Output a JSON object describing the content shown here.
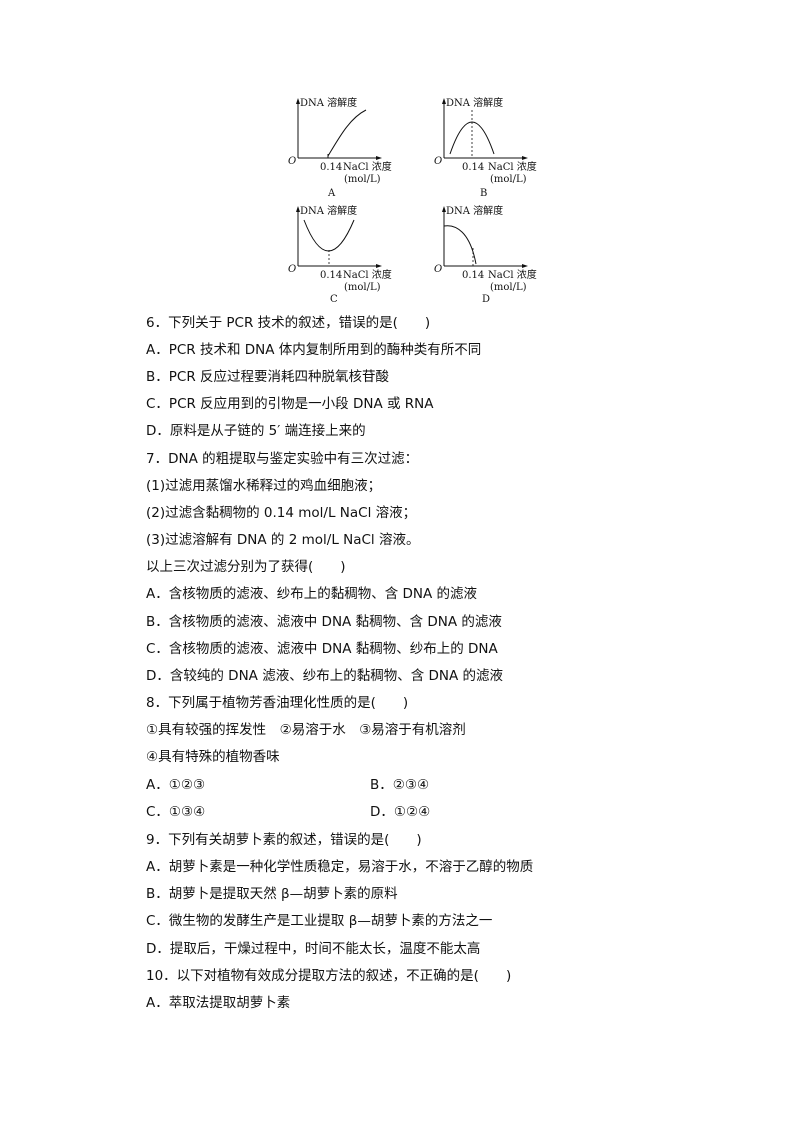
{
  "graphs": [
    {
      "id": "A",
      "ylabel": "DNA 溶解度",
      "origin": "O",
      "tick": "0.14",
      "xlabel": "NaCl 浓度",
      "unit": "(mol/L)",
      "caption": "A"
    },
    {
      "id": "B",
      "ylabel": "DNA 溶解度",
      "origin": "O",
      "tick": "0.14",
      "xlabel": "NaCl 浓度",
      "unit": "(mol/L)",
      "caption": "B"
    },
    {
      "id": "C",
      "ylabel": "DNA 溶解度",
      "origin": "O",
      "tick": "0.14",
      "xlabel": "NaCl 浓度",
      "unit": "(mol/L)",
      "caption": "C"
    },
    {
      "id": "D",
      "ylabel": "DNA 溶解度",
      "origin": "O",
      "tick": "0.14",
      "xlabel": "NaCl 浓度",
      "unit": "(mol/L)",
      "caption": "D"
    }
  ],
  "questions": {
    "q6": {
      "stem": "6．下列关于 PCR 技术的叙述，错误的是(　　)",
      "A": "A．PCR 技术和 DNA 体内复制所用到的酶种类有所不同",
      "B": "B．PCR 反应过程要消耗四种脱氧核苷酸",
      "C": "C．PCR 反应用到的引物是一小段 DNA 或 RNA",
      "D": "D．原料是从子链的 5′ 端连接上来的"
    },
    "q7": {
      "stem": "7．DNA 的粗提取与鉴定实验中有三次过滤：",
      "s1": "(1)过滤用蒸馏水稀释过的鸡血细胞液；",
      "s2": "(2)过滤含黏稠物的 0.14 mol/L NaCl 溶液；",
      "s3": "(3)过滤溶解有 DNA 的 2 mol/L NaCl 溶液。",
      "ask": "以上三次过滤分别为了获得(　　)",
      "A": "A．含核物质的滤液、纱布上的黏稠物、含 DNA 的滤液",
      "B": "B．含核物质的滤液、滤液中 DNA 黏稠物、含 DNA 的滤液",
      "C": "C．含核物质的滤液、滤液中 DNA 黏稠物、纱布上的 DNA",
      "D": "D．含较纯的 DNA 滤液、纱布上的黏稠物、含 DNA 的滤液"
    },
    "q8": {
      "stem": "8．下列属于植物芳香油理化性质的是(　　)",
      "s1": "①具有较强的挥发性　②易溶于水　③易溶于有机溶剂",
      "s2": "④具有特殊的植物香味",
      "A": "A．①②③",
      "B": "B．②③④",
      "C": "C．①③④",
      "D": "D．①②④"
    },
    "q9": {
      "stem": "9．下列有关胡萝卜素的叙述，错误的是(　　)",
      "A": "A．胡萝卜素是一种化学性质稳定，易溶于水，不溶于乙醇的物质",
      "B": "B．胡萝卜是提取天然 β—胡萝卜素的原料",
      "C": "C．微生物的发酵生产是工业提取 β—胡萝卜素的方法之一",
      "D": "D．提取后，干燥过程中，时间不能太长，温度不能太高"
    },
    "q10": {
      "stem": "10．以下对植物有效成分提取方法的叙述，不正确的是(　　)",
      "A": "A．萃取法提取胡萝卜素"
    }
  }
}
